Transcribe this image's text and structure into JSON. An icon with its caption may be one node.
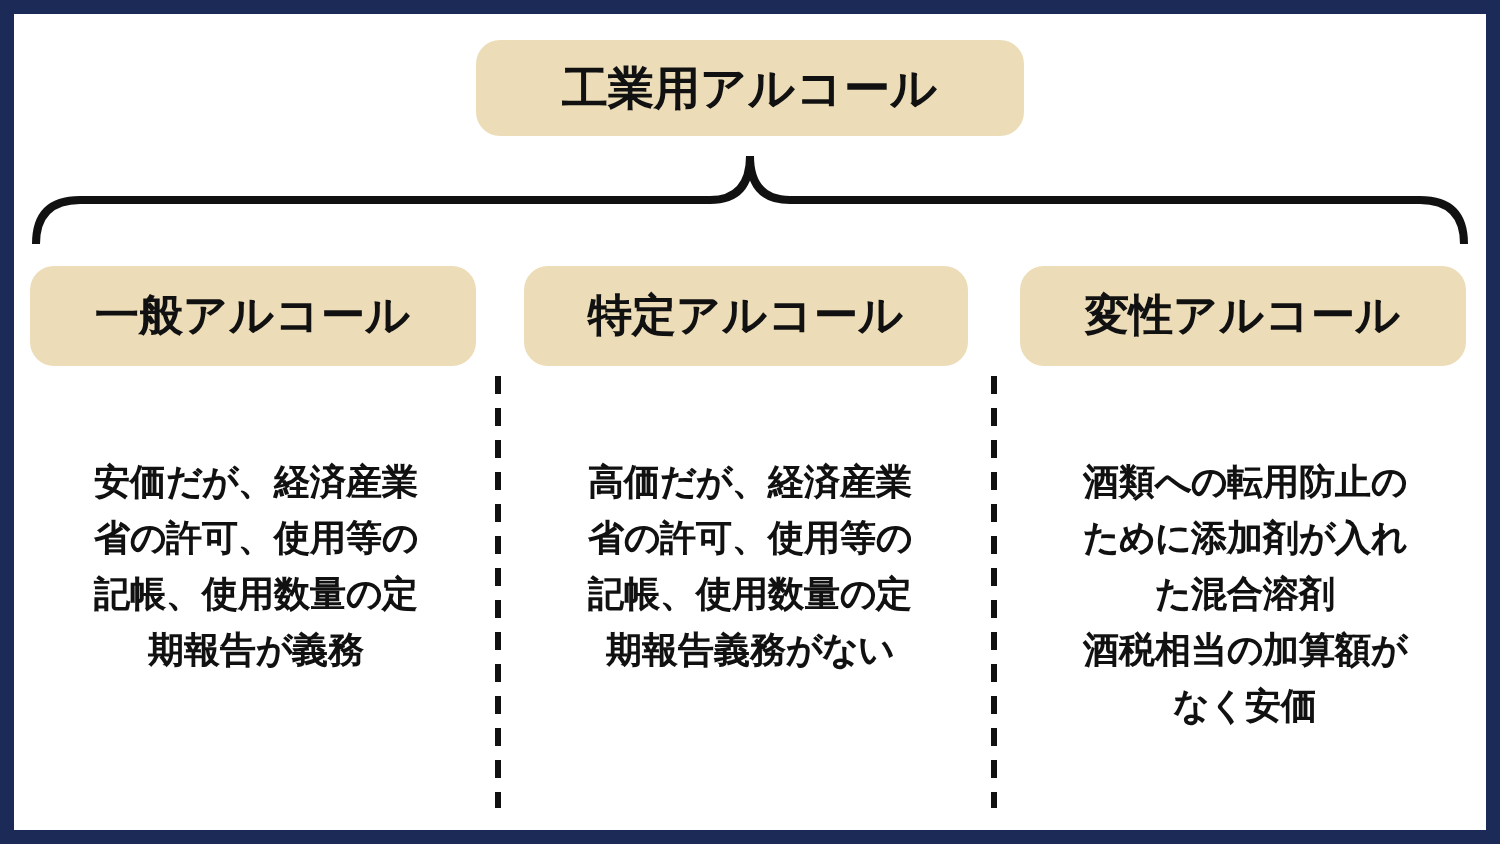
{
  "diagram": {
    "nodes": [
      {
        "text": [
          "工業用アルコール"
        ]
      },
      {
        "text": [
          "一般アルコール"
        ]
      },
      {
        "text": [
          "特定アルコール"
        ]
      },
      {
        "text": [
          "変性アルコール"
        ]
      }
    ],
    "labels": [
      "安価だが、経済産業省の許可、使用等の記帳、使用数量の定期報告が義務",
      "高価だが、経済産業省の許可、使用等の記帳、使用数量の定期報告義務がない",
      "酒類への転用防止のために添加剤が入れた混合溶剤",
      "酒税相当の加算額がなく安価"
    ]
  }
}
